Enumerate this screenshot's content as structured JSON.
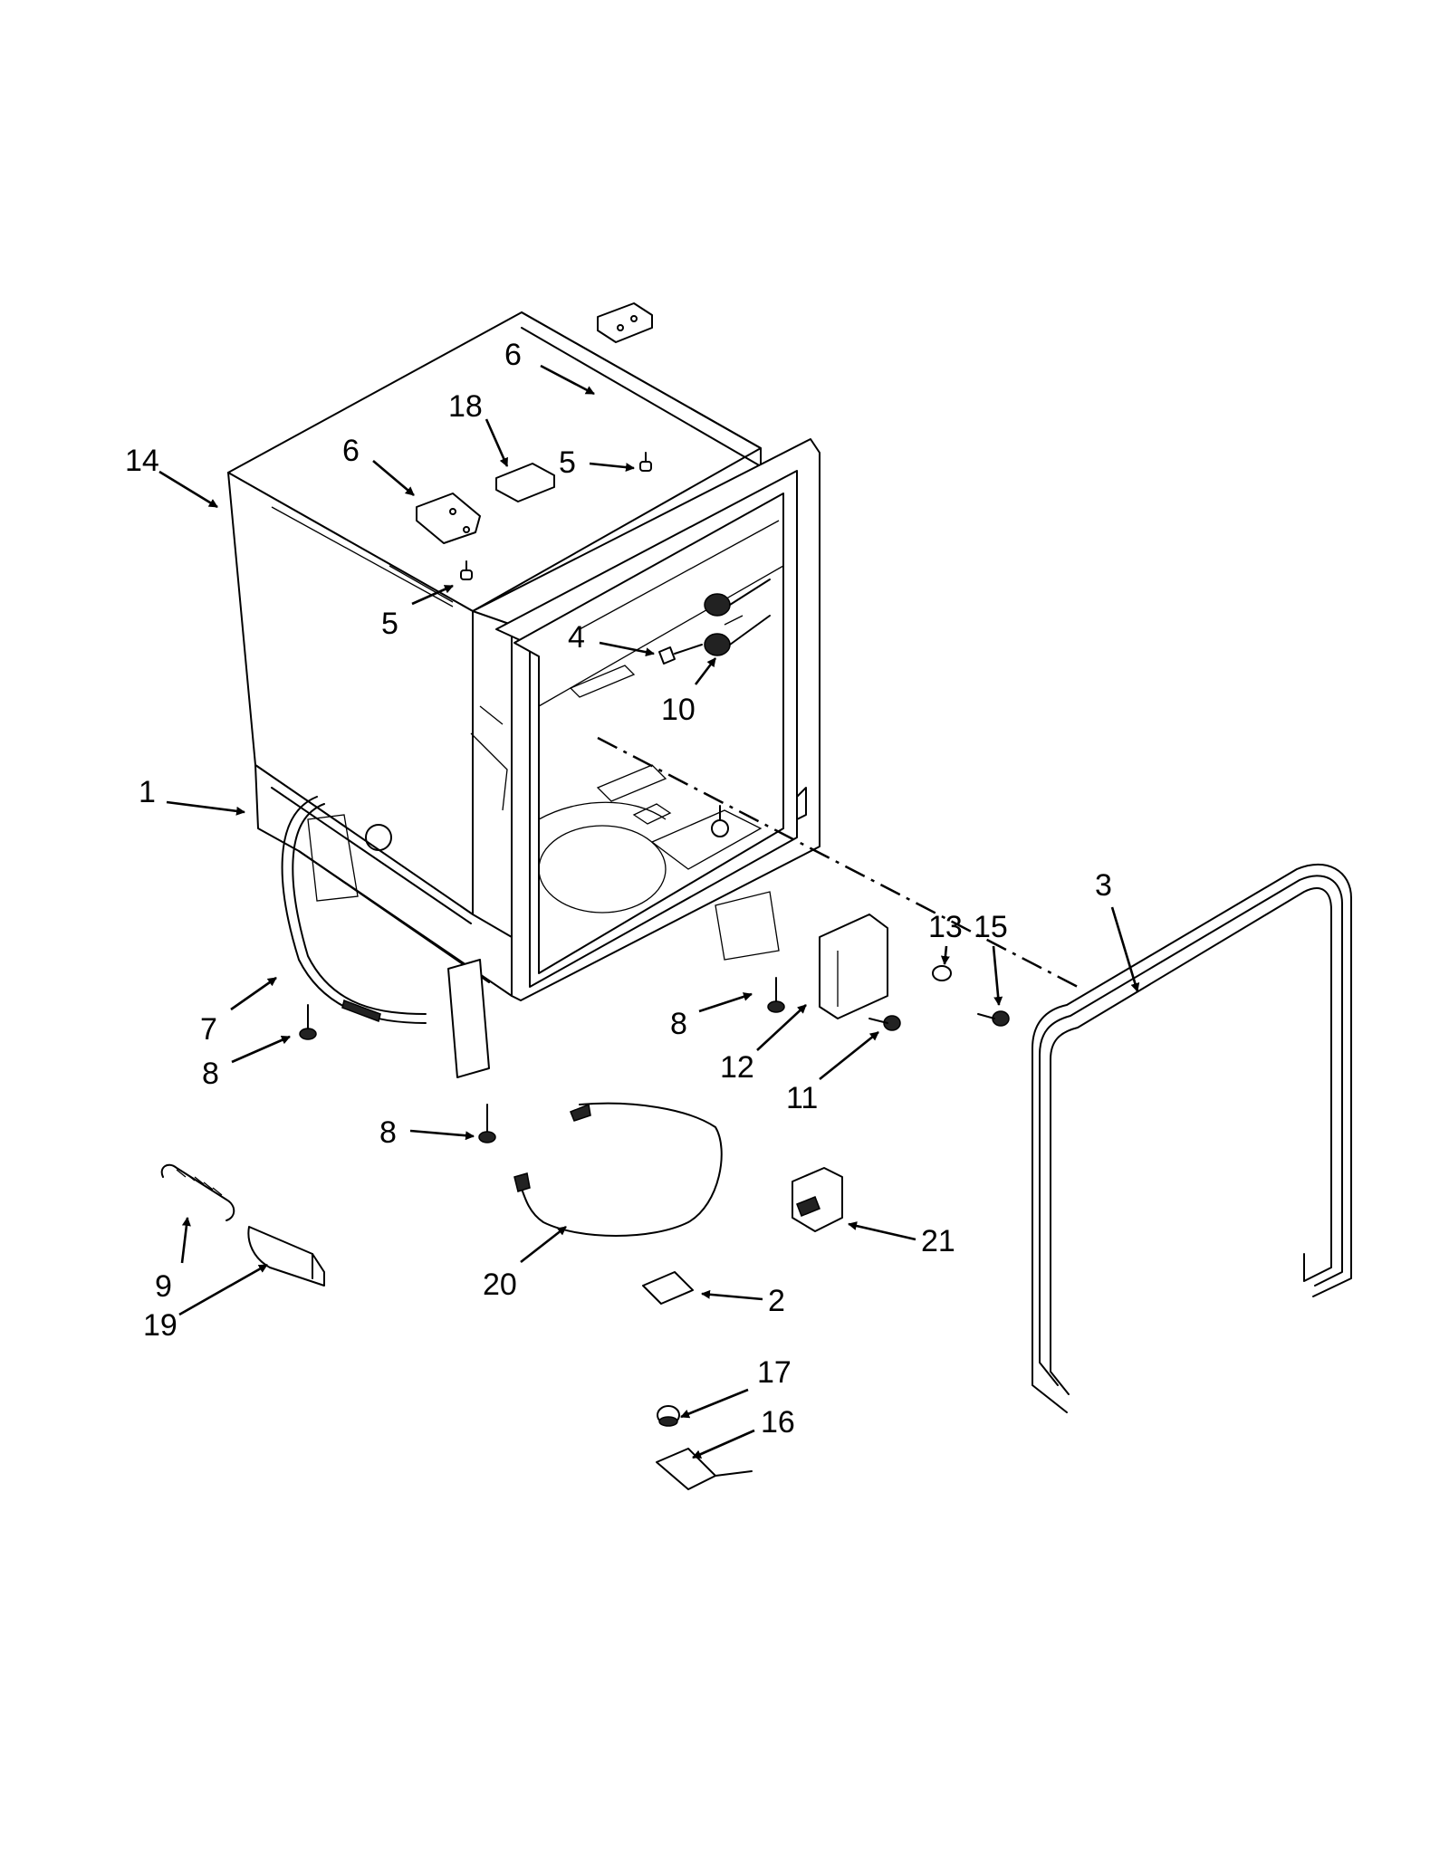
{
  "callouts": {
    "c1": "1",
    "c2": "2",
    "c3": "3",
    "c4": "4",
    "c5a": "5",
    "c5b": "5",
    "c6a": "6",
    "c6b": "6",
    "c7": "7",
    "c8a": "8",
    "c8b": "8",
    "c8c": "8",
    "c9": "9",
    "c10": "10",
    "c11": "11",
    "c12": "12",
    "c13": "13",
    "c14": "14",
    "c15": "15",
    "c16": "16",
    "c17": "17",
    "c18": "18",
    "c19": "19",
    "c20": "20",
    "c21": "21"
  }
}
